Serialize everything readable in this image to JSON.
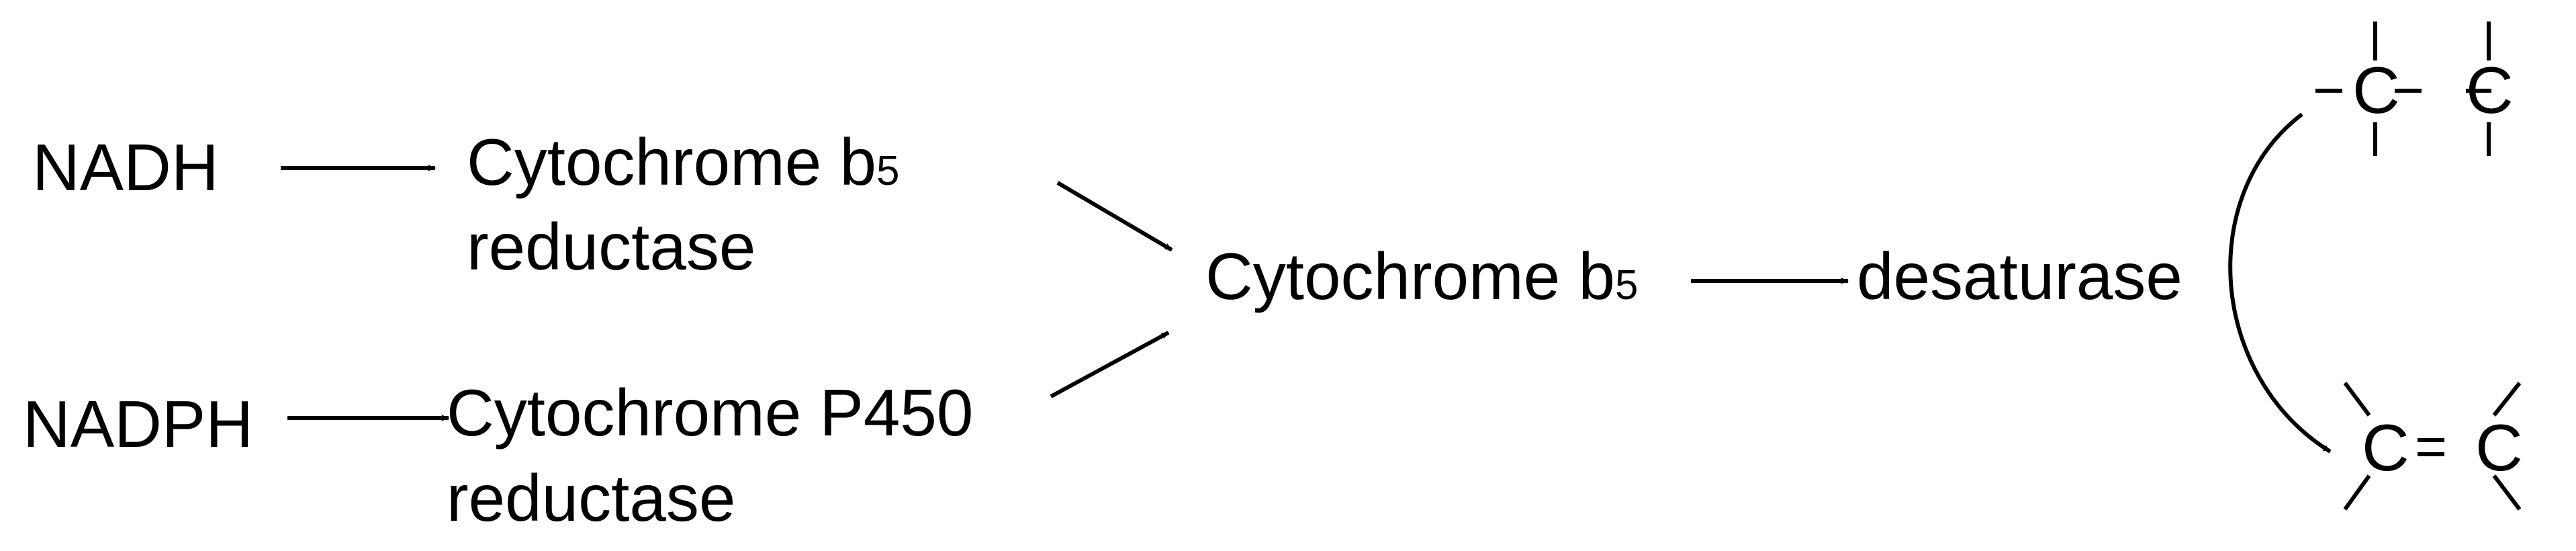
{
  "nodes": {
    "nadh": "NADH",
    "nadph": "NADPH",
    "cyt_b5_reductase": {
      "line1_main": "Cytochrome b",
      "line1_sub": "5",
      "line2": "reductase"
    },
    "cyt_p450_reductase": {
      "line1": "Cytochrome P450",
      "line2": "reductase"
    },
    "cyt_b5": {
      "main": "Cytochrome b",
      "sub": "5"
    },
    "desaturase": "desaturase"
  },
  "chemistry": {
    "substrate_atoms": [
      "C",
      "C"
    ],
    "product_atoms": [
      "C",
      "C"
    ],
    "product_bond": "="
  },
  "colors": {
    "ink": "#000000",
    "background": "#ffffff"
  }
}
